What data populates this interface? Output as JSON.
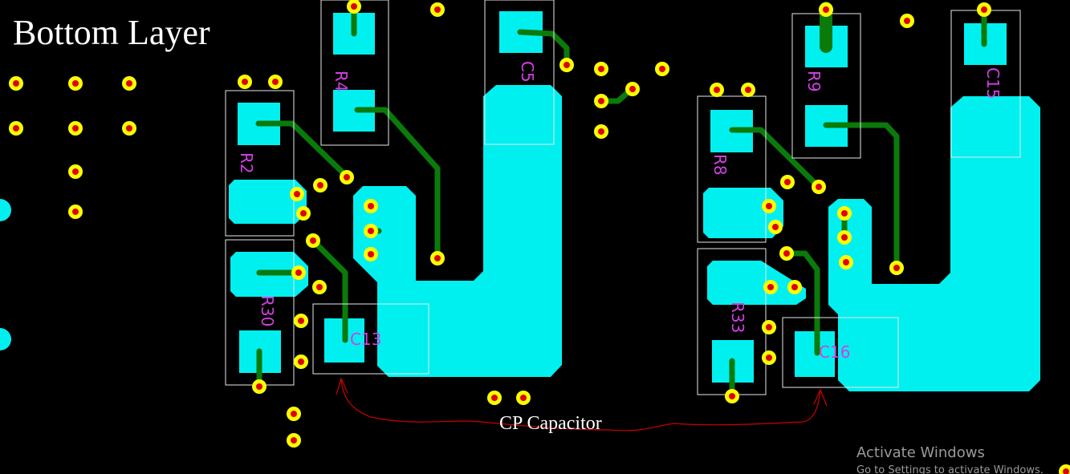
{
  "title": "Bottom Layer",
  "annotation": "CP Capacitor",
  "watermark": {
    "line1": "Activate Windows",
    "line2": "Go to Settings to activate Windows."
  },
  "designators": [
    "R4",
    "C5",
    "R2",
    "R30",
    "C13",
    "R9",
    "C15",
    "R8",
    "R33",
    "C16"
  ],
  "colors": {
    "background": "#000000",
    "copper": "#00f0f0",
    "trace": "#0a7a0a",
    "via_ring": "#ffff00",
    "via_hole": "#e00000",
    "silkscreen_outline": "#e8e8e8",
    "designator": "#d040e0",
    "annotation_arrow": "#cc0000",
    "text": "#ffffff"
  }
}
